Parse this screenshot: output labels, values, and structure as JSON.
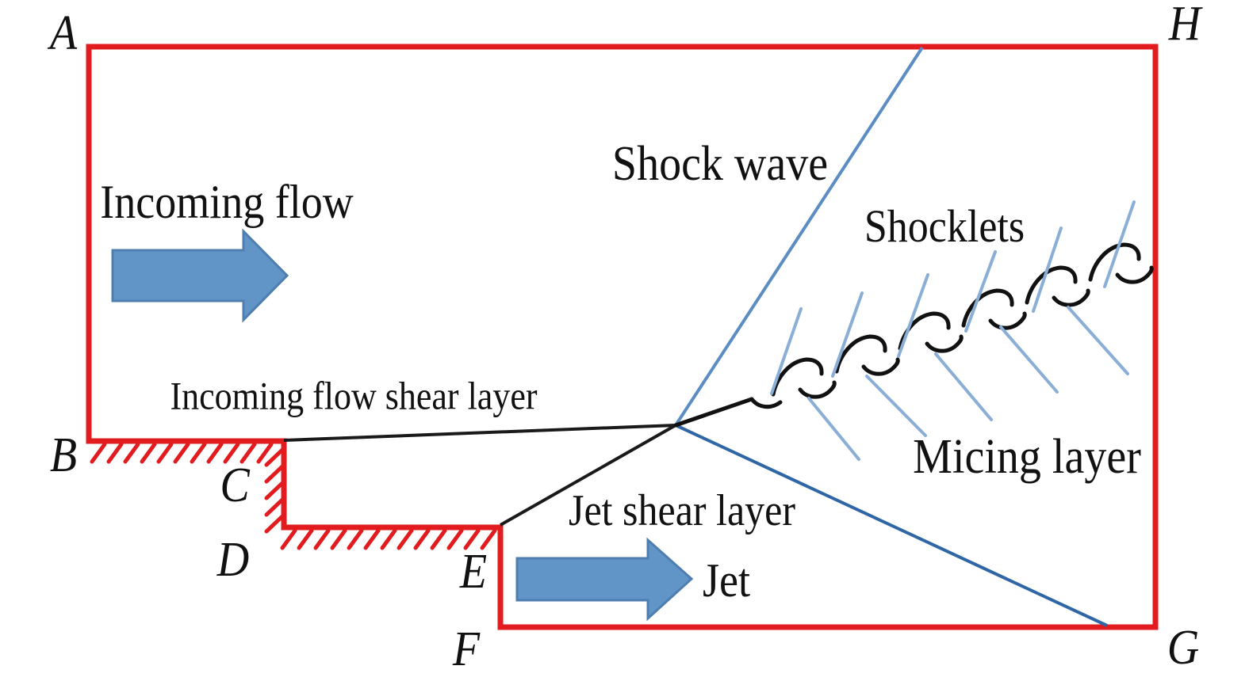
{
  "figure": {
    "vertices": {
      "A": "A",
      "B": "B",
      "C": "C",
      "D": "D",
      "E": "E",
      "F": "F",
      "G": "G",
      "H": "H"
    },
    "labels": {
      "incoming_flow": "Incoming flow",
      "shock_wave": "Shock wave",
      "shocklets": "Shocklets",
      "incoming_flow_shear_layer": "Incoming flow shear layer",
      "jet_shear_layer": "Jet shear layer",
      "jet": "Jet",
      "mixing_layer": "Micing layer"
    },
    "icons": {
      "incoming_flow_arrow": "right-arrow",
      "jet_arrow": "right-arrow"
    },
    "colors": {
      "wall_red": "#e11b1e",
      "hatch_red": "#e11b1e",
      "shock_blue": "#5b8dc4",
      "shocklet_blue": "#8aaed6",
      "reflected_shock_blue": "#2f66a5",
      "arrow_fill": "#6195c8",
      "arrow_stroke": "#4e7eb0",
      "shear_line_black": "#1a1a1a",
      "text": "#111111",
      "background": "#ffffff"
    }
  }
}
